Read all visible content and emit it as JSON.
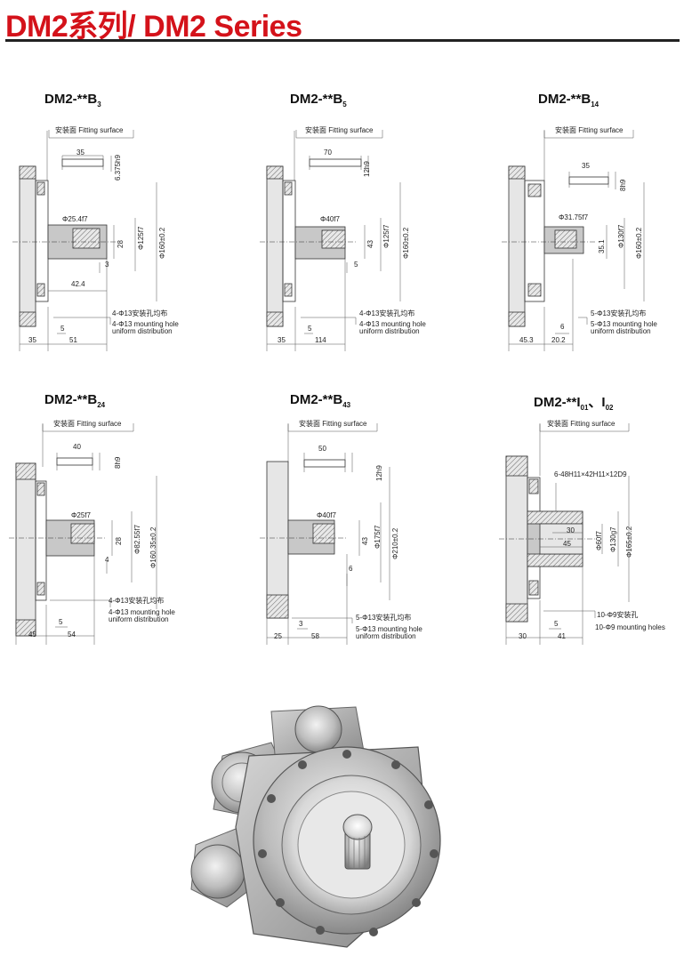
{
  "header": {
    "title": "DM2系列/ DM2 Series"
  },
  "common": {
    "fitting_surface": "安装面 Fitting surface"
  },
  "panels": [
    {
      "title": "DM2-**B",
      "sub": "3",
      "dims": [
        "35",
        "6.375h9",
        "Φ25.4f7",
        "28",
        "Φ125f7",
        "Φ160±0.2",
        "3",
        "42.4",
        "5",
        "35",
        "51"
      ],
      "holes_cn": "4-Φ13安装孔均布",
      "holes_en1": "4-Φ13 mounting hole",
      "holes_en2": "uniform distribution"
    },
    {
      "title": "DM2-**B",
      "sub": "5",
      "dims": [
        "70",
        "12h9",
        "Φ40f7",
        "43",
        "Φ125f7",
        "Φ160±0.2",
        "5",
        "5",
        "35",
        "114"
      ],
      "holes_cn": "4-Φ13安装孔均布",
      "holes_en1": "4-Φ13 mounting hole",
      "holes_en2": "uniform distribution"
    },
    {
      "title": "DM2-**B",
      "sub": "14",
      "dims": [
        "35",
        "8h9",
        "Φ31.75f7",
        "35.1",
        "Φ130f7",
        "Φ160±0.2",
        "6",
        "45.3",
        "20.2"
      ],
      "holes_cn": "5-Φ13安装孔均布",
      "holes_en1": "5-Φ13 mounting hole",
      "holes_en2": "uniform distribution"
    },
    {
      "title": "DM2-**B",
      "sub": "24",
      "dims": [
        "40",
        "8h9",
        "Φ25f7",
        "28",
        "Φ82.55f7",
        "Φ160.35±0.2",
        "4",
        "5",
        "45",
        "54"
      ],
      "holes_cn": "4-Φ13安装孔均布",
      "holes_en1": "4-Φ13 mounting hole",
      "holes_en2": "uniform distribution"
    },
    {
      "title": "DM2-**B",
      "sub": "43",
      "dims": [
        "50",
        "12h9",
        "Φ40f7",
        "43",
        "Φ175f7",
        "Φ210±0.2",
        "6",
        "3",
        "25",
        "58"
      ],
      "holes_cn": "5-Φ13安装孔均布",
      "holes_en1": "5-Φ13 mounting hole",
      "holes_en2": "uniform distribution"
    },
    {
      "title": "DM2-**I",
      "sub": "01",
      "title2": "、I",
      "sub2": "02",
      "dims": [
        "6-48H11×42H11×12D9",
        "30",
        "45",
        "Φ60f7",
        "Φ130g7",
        "Φ165±0.2",
        "5",
        "30",
        "41"
      ],
      "holes_cn": "10-Φ9安装孔",
      "holes_en1": "10-Φ9 mounting holes",
      "holes_en2": ""
    }
  ]
}
